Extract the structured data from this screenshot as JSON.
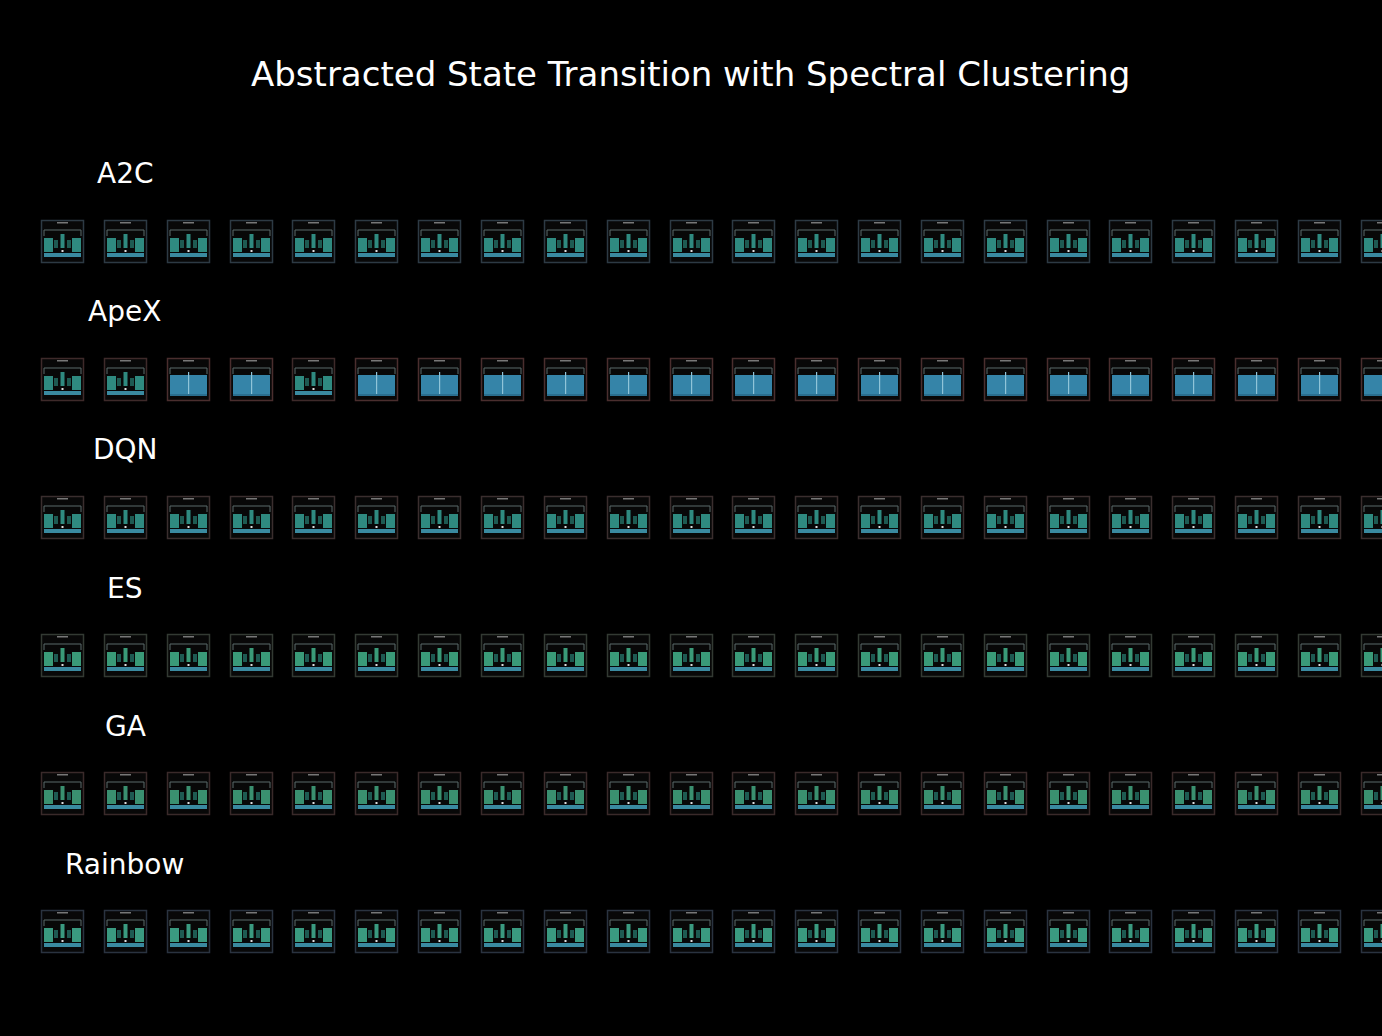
{
  "diagram": {
    "title": "Abstracted State Transition with Spectral Clustering",
    "labels": [
      "A2C",
      "ApeX",
      "DQN",
      "ES",
      "GA",
      "Rainbow"
    ]
  }
}
